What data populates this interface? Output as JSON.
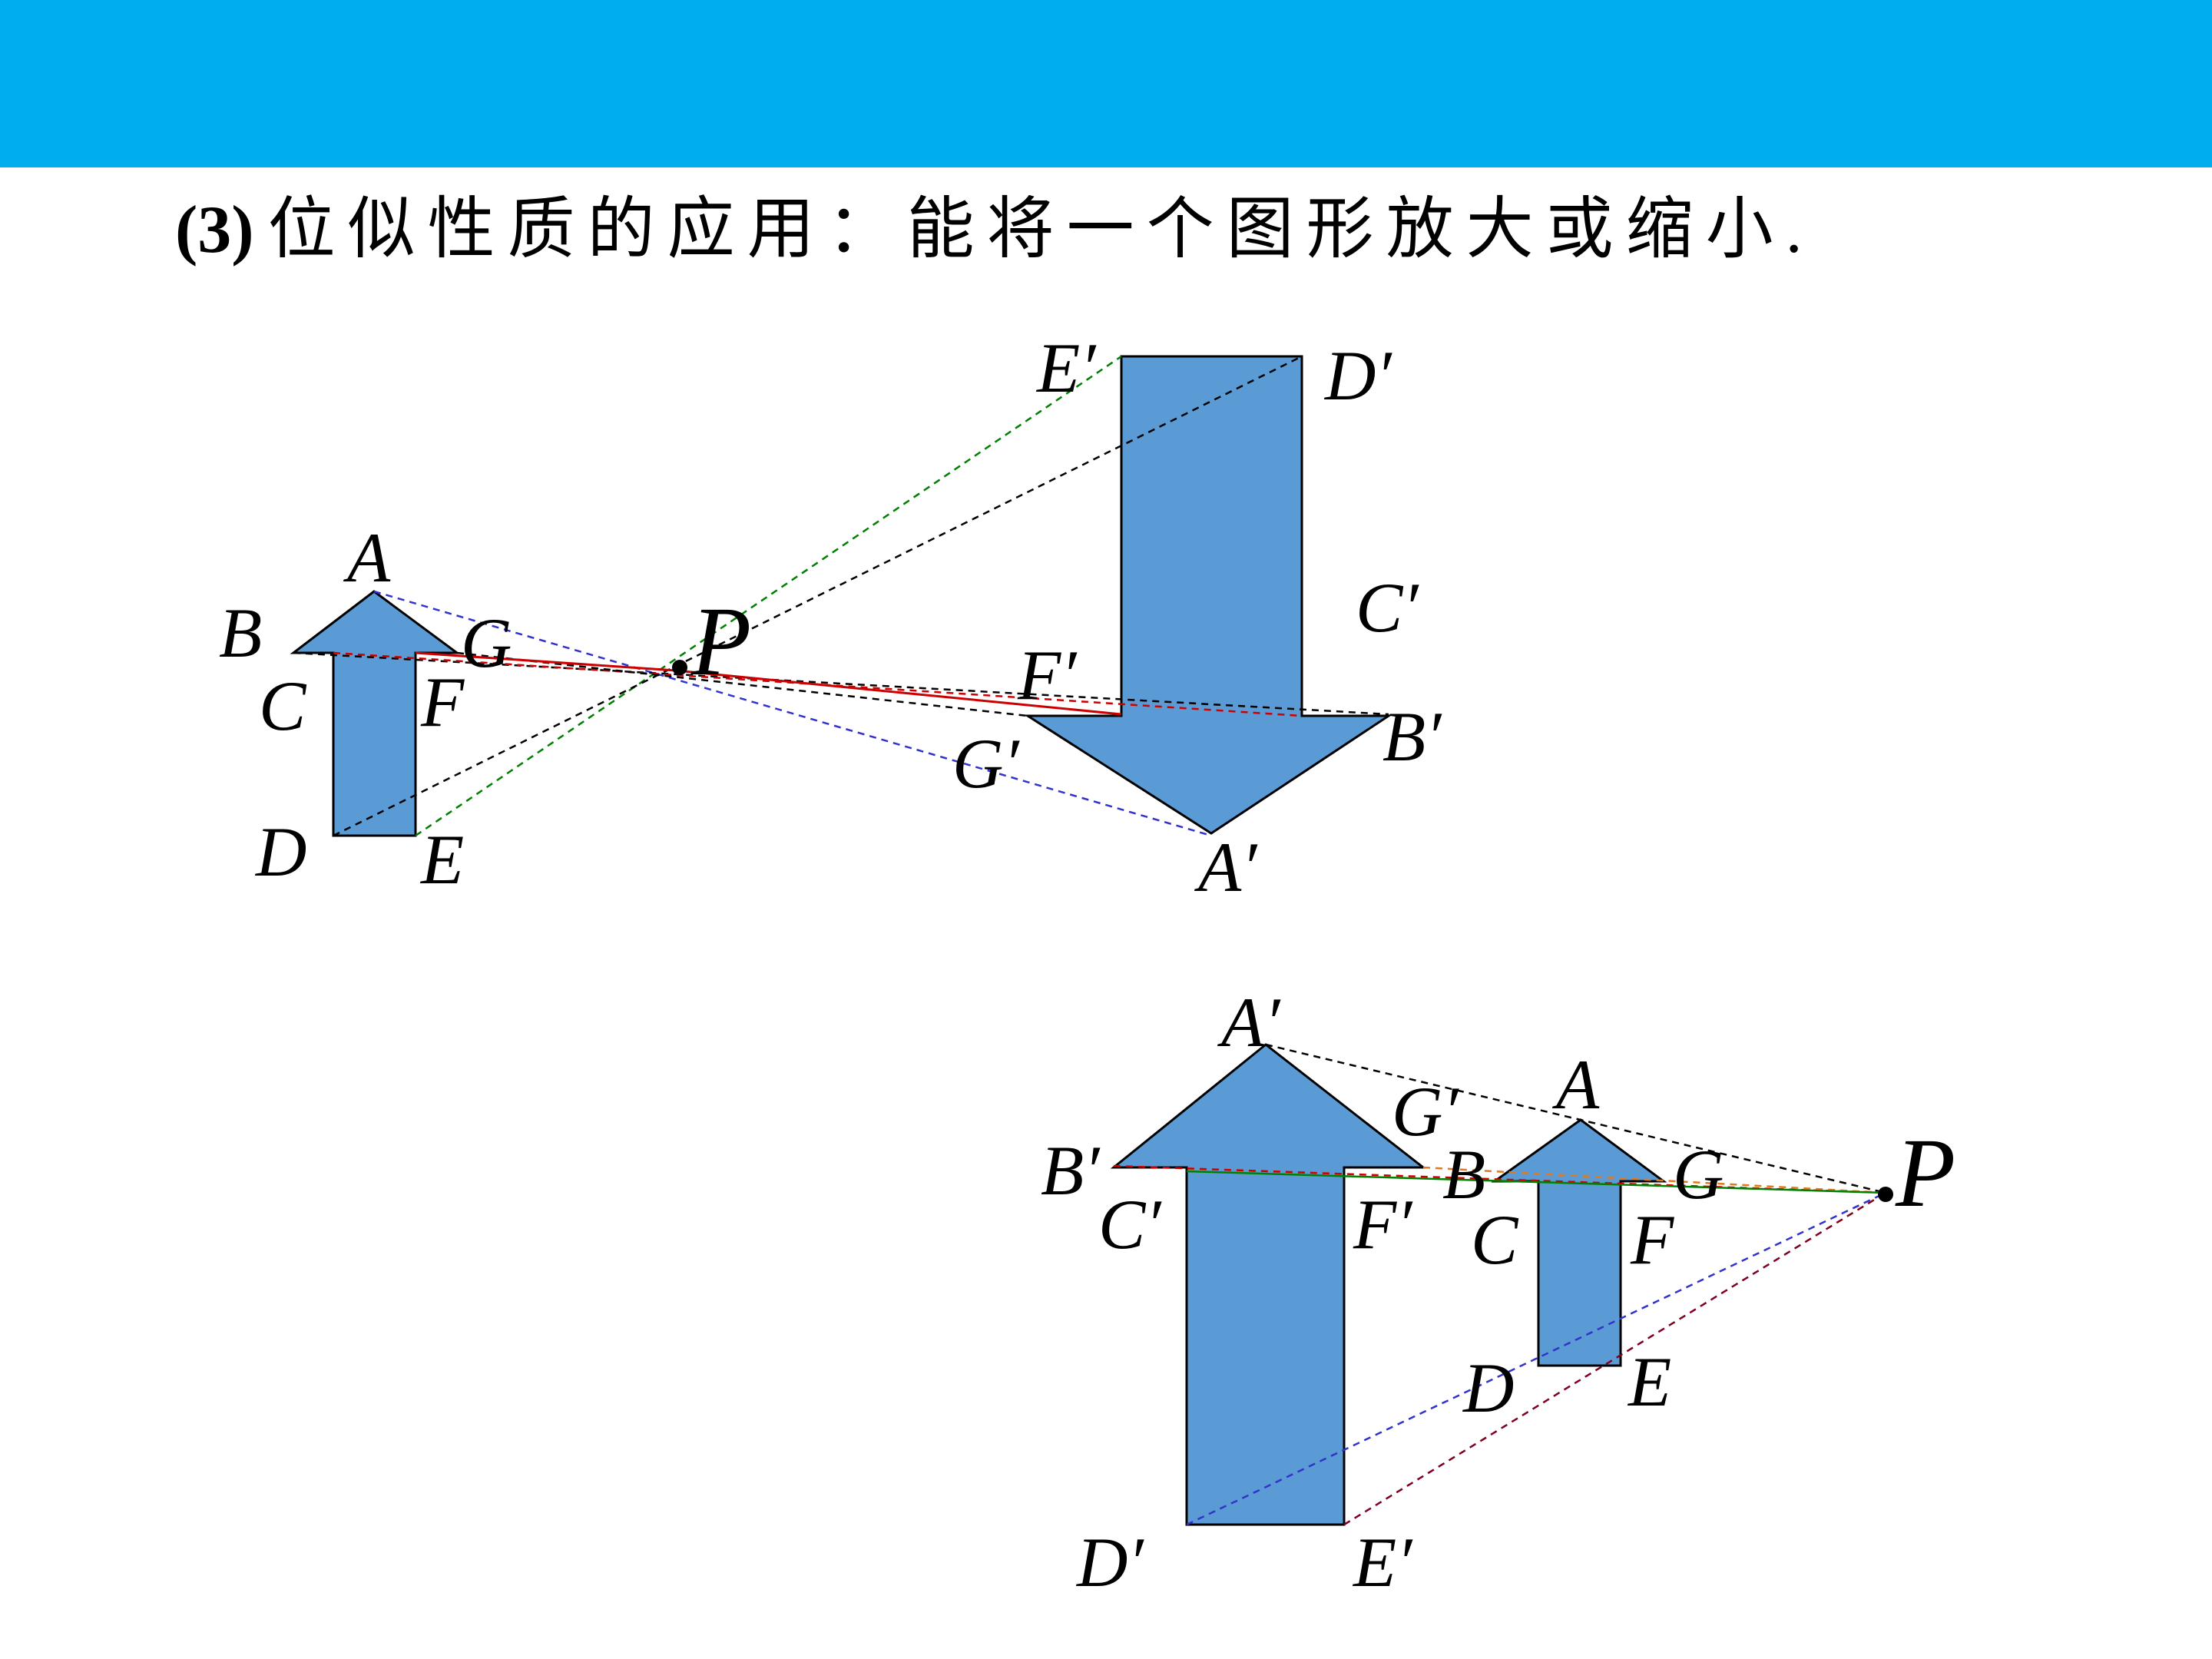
{
  "header": {
    "color": "#00adef"
  },
  "title": {
    "number": "(3)",
    "text": "位似性质的应用：能将一个图形放大或缩小",
    "end": "."
  },
  "colors": {
    "shape_fill": "#5b9bd5",
    "outline": "#000000",
    "line_blue": "#3333cc",
    "line_red": "#cc0000",
    "line_green": "#008000",
    "line_black": "#000000",
    "line_maroon": "#800020",
    "line_orange": "#e07a20"
  },
  "diagram_top": {
    "center_label": "P",
    "original_labels": {
      "A": "A",
      "B": "B",
      "C": "C",
      "D": "D",
      "E": "E",
      "F": "F",
      "G": "G"
    },
    "image_labels": {
      "A": "A′",
      "B": "B′",
      "C": "C′",
      "D": "D′",
      "E": "E′",
      "F": "F′",
      "G": "G′"
    }
  },
  "diagram_bottom": {
    "center_label": "P",
    "original_labels": {
      "A": "A",
      "B": "B",
      "C": "C",
      "D": "D",
      "E": "E",
      "F": "F",
      "G": "G"
    },
    "image_labels": {
      "A": "A′",
      "B": "B′",
      "C": "C′",
      "D": "D′",
      "E": "E′",
      "F": "F′",
      "G": "G′"
    }
  }
}
